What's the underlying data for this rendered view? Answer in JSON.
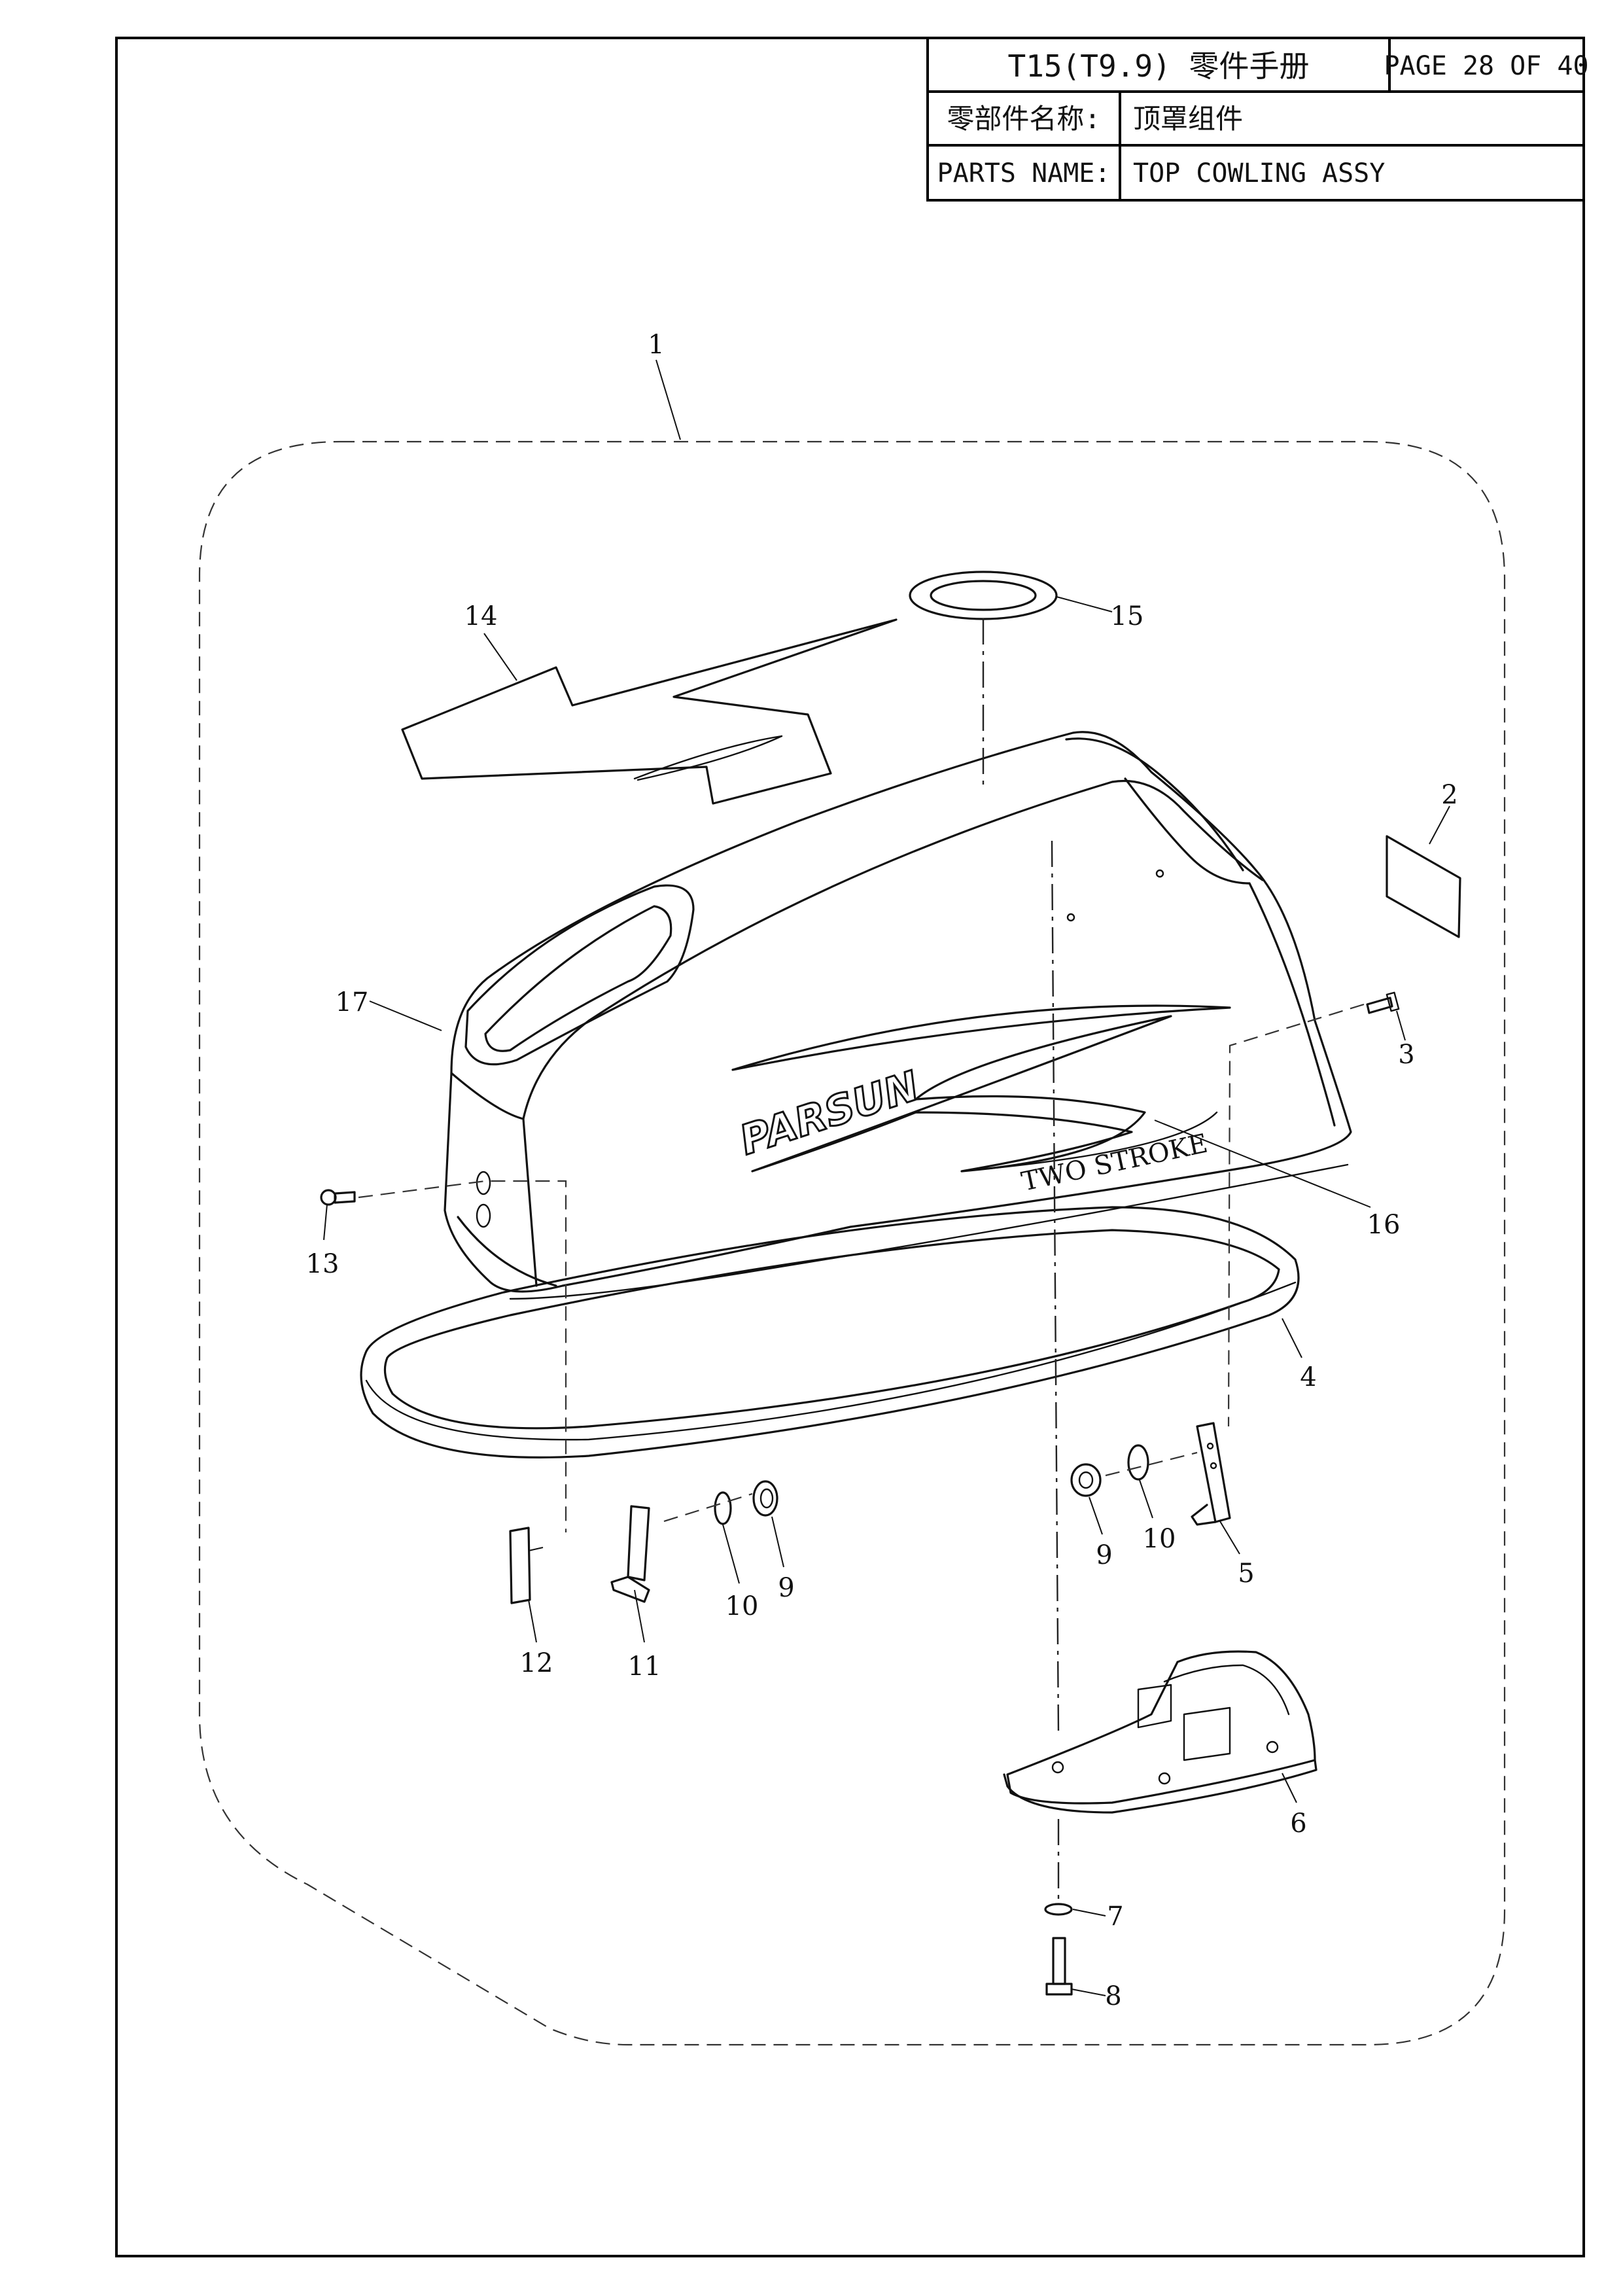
{
  "title_block": {
    "manual_title": "T15(T9.9) 零件手册",
    "page_label": "PAGE 28 OF 40",
    "cn_name_label": "零部件名称:",
    "cn_name_value": "顶罩组件",
    "en_name_label": "PARTS NAME:",
    "en_name_value": "TOP COWLING ASSY"
  },
  "logo": {
    "brand": "PARSUN",
    "engine_type": "TWO STROKE"
  },
  "callouts": {
    "c1": "1",
    "c2": "2",
    "c3": "3",
    "c4": "4",
    "c5": "5",
    "c6": "6",
    "c7": "7",
    "c8": "8",
    "c9a": "9",
    "c9b": "9",
    "c10a": "10",
    "c10b": "10",
    "c11": "11",
    "c12": "12",
    "c13": "13",
    "c14": "14",
    "c15": "15",
    "c16": "16",
    "c17": "17"
  }
}
